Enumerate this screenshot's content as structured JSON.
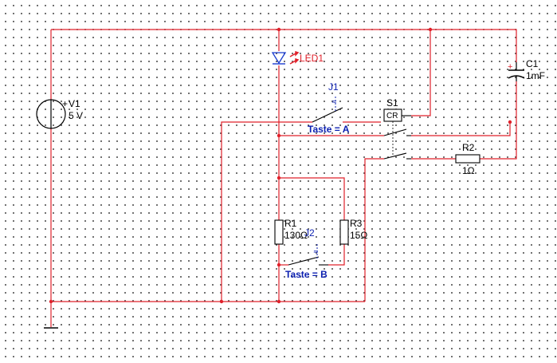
{
  "components": {
    "v1": {
      "name": "V1",
      "value": "5 V",
      "plus": "+"
    },
    "led1": {
      "name": "LED1"
    },
    "j1": {
      "name": "J1",
      "key_label": "Taste = A"
    },
    "j2": {
      "name": "J2",
      "key_label": "Taste = B"
    },
    "s1": {
      "name": "S1",
      "type": "CR"
    },
    "c1": {
      "name": "C1",
      "value": "1mF",
      "plus": "+"
    },
    "r1": {
      "name": "R1",
      "value": "130Ω"
    },
    "r2": {
      "name": "R2",
      "value": "1Ω"
    },
    "r3": {
      "name": "R3",
      "value": "15Ω"
    }
  },
  "colors": {
    "wire": "#e0202a",
    "component": "#000000",
    "switch_label": "#0b1fb0",
    "led": "#1a3ccf",
    "led_arrows": "#e0202a",
    "junction": "#e0202a"
  }
}
